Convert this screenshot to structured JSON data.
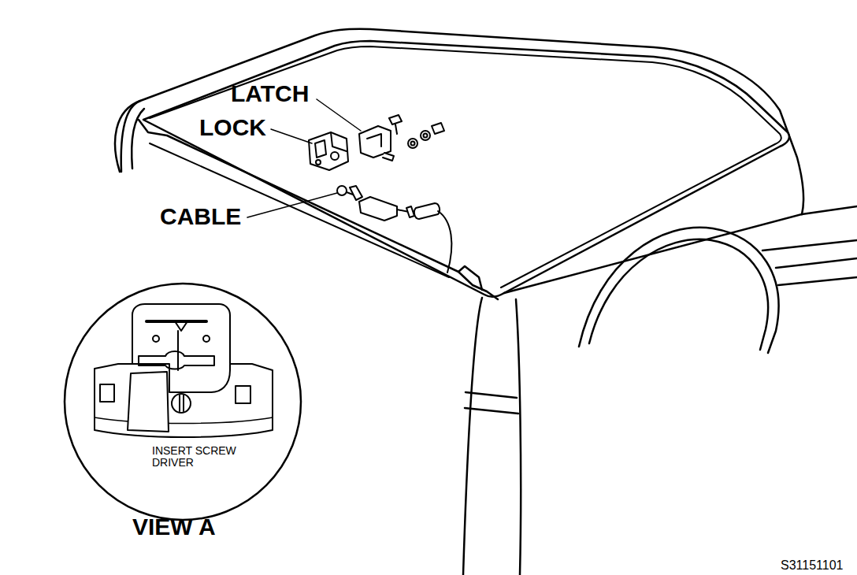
{
  "diagram": {
    "labels": [
      "LATCH",
      "LOCK",
      "CABLE",
      "INSERT SCREW DRIVER",
      "VIEW A",
      "S31151101"
    ]
  }
}
